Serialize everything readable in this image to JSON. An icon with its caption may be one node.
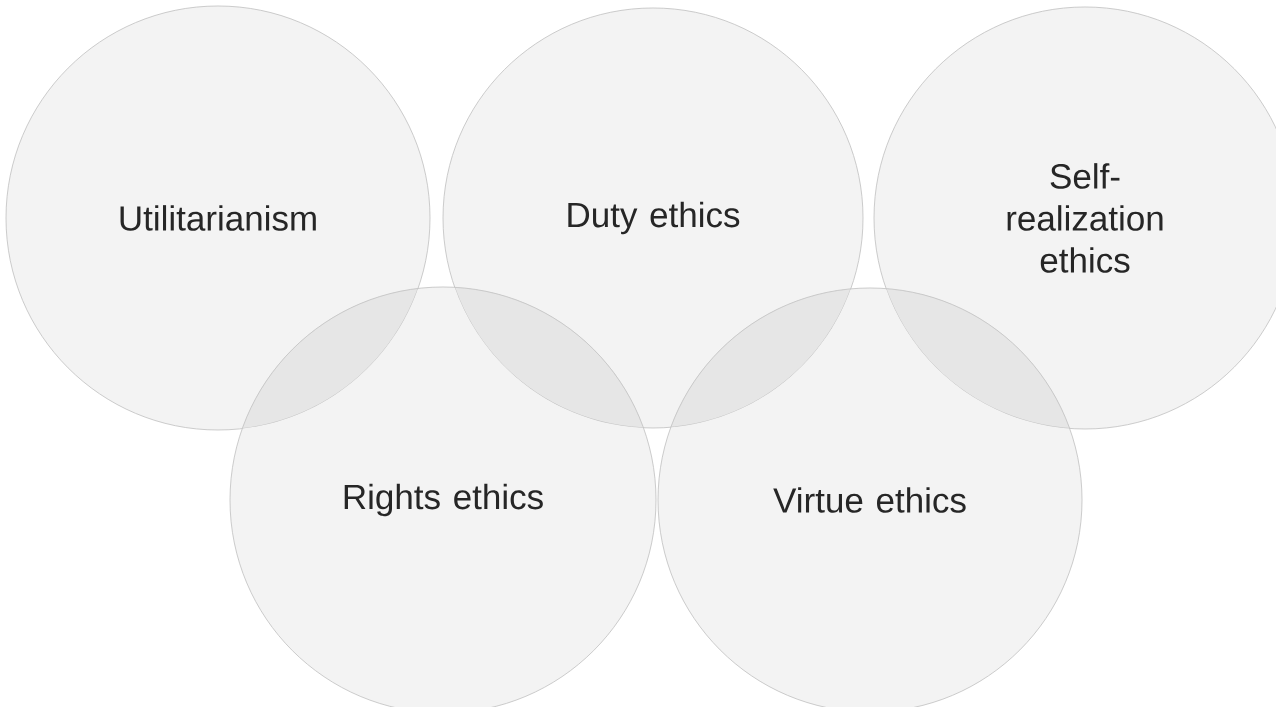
{
  "diagram": {
    "nodes": [
      {
        "text": [
          "Utilitarianism"
        ]
      },
      {
        "text": [
          "Duty ethics"
        ]
      },
      {
        "text": [
          "Self-realization ethics"
        ]
      },
      {
        "text": [
          "Rights ethics"
        ]
      },
      {
        "text": [
          "Virtue ethics"
        ]
      }
    ]
  }
}
